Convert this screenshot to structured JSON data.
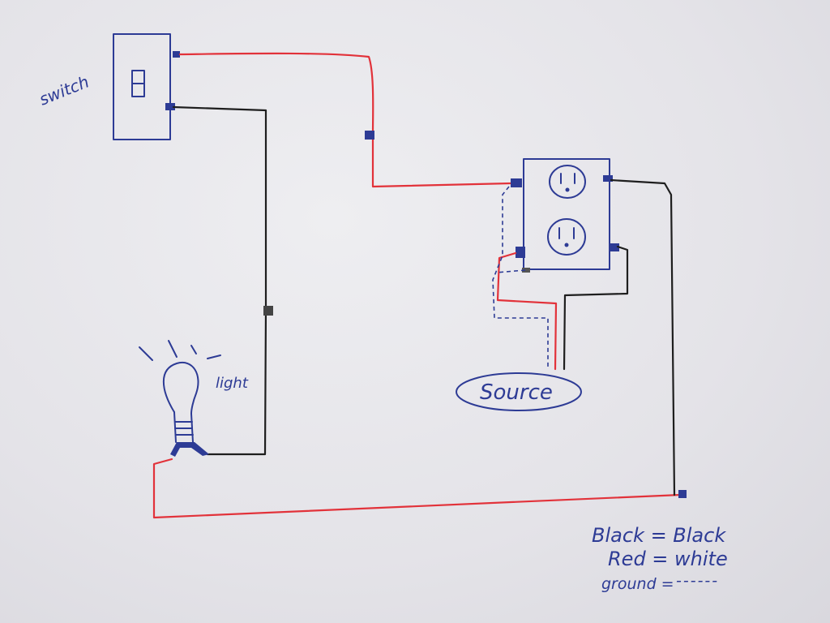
{
  "labels": {
    "switch": "switch",
    "light": "light",
    "source": "Source"
  },
  "legend": {
    "line1": "Black = Black",
    "line2": "Red = white",
    "line3_text": "ground =",
    "line3_dashes": "------"
  },
  "colors": {
    "ink": "#2d3b95",
    "red_wire": "#e2323a",
    "black_wire": "#1e1e1e"
  }
}
